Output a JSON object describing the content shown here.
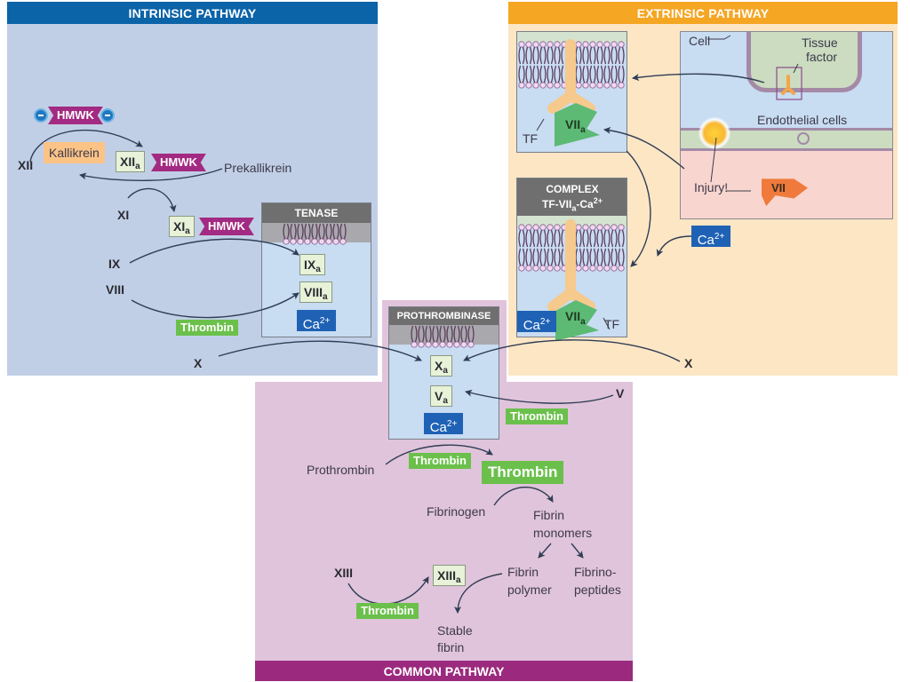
{
  "intrinsic": {
    "title": "INTRINSIC PATHWAY",
    "color": "#0b63a8",
    "bg": "#c1cfe6",
    "hmwk_top": "HMWK",
    "xii": "XII",
    "kallikrein": "Kallikrein",
    "xiia": "XII",
    "xiia_sub": "a",
    "hmwk_xiia": "HMWK",
    "prekallikrein": "Prekallikrein",
    "xi": "XI",
    "xia": "XI",
    "xia_sub": "a",
    "hmwk_xia": "HMWK",
    "ix": "IX",
    "viii": "VIII",
    "thrombin": "Thrombin",
    "x": "X",
    "tenase": {
      "title": "TENASE",
      "ixa": "IX",
      "ixa_sub": "a",
      "viiia": "VIII",
      "viiia_sub": "a",
      "ca": "Ca",
      "ca_sup": "2+"
    }
  },
  "extrinsic": {
    "title": "EXTRINSIC PATHWAY",
    "color": "#f5a623",
    "bg": "#fde6c4",
    "tf_label": "TF",
    "viia": "VII",
    "viia_sub": "a",
    "cell": "Cell",
    "tissue_factor_1": "Tissue",
    "tissue_factor_2": "factor",
    "endothelial": "Endothelial cells",
    "injury": "Injury!",
    "vii": "VII",
    "complex": {
      "title_1": "COMPLEX",
      "title_2": "TF-VII",
      "title_2_sub": "a",
      "title_2_tail": "-Ca",
      "title_2_sup": "2+",
      "viia": "VII",
      "viia_sub": "a",
      "tf": "TF",
      "ca": "Ca",
      "ca_sup": "2+"
    },
    "ca_free": "Ca",
    "ca_free_sup": "2+",
    "x": "X"
  },
  "prothrombinase": {
    "title": "PROTHROMBINASE",
    "xa": "X",
    "xa_sub": "a",
    "va": "V",
    "va_sub": "a",
    "ca": "Ca",
    "ca_sup": "2+"
  },
  "common": {
    "title": "COMMON PATHWAY",
    "color": "#9b2a7e",
    "bg": "#e0c4db",
    "v": "V",
    "thrombin_v": "Thrombin",
    "prothrombin": "Prothrombin",
    "thrombin_small": "Thrombin",
    "thrombin_big": "Thrombin",
    "fibrinogen": "Fibrinogen",
    "fibrin_monomers_1": "Fibrin",
    "fibrin_monomers_2": "monomers",
    "fibrin_polymer_1": "Fibrin",
    "fibrin_polymer_2": "polymer",
    "fibrinopeptides_1": "Fibrino-",
    "fibrinopeptides_2": "peptides",
    "xiii": "XIII",
    "xiiia": "XIII",
    "xiiia_sub": "a",
    "thrombin_xiii": "Thrombin",
    "stable_1": "Stable",
    "stable_2": "fibrin"
  }
}
